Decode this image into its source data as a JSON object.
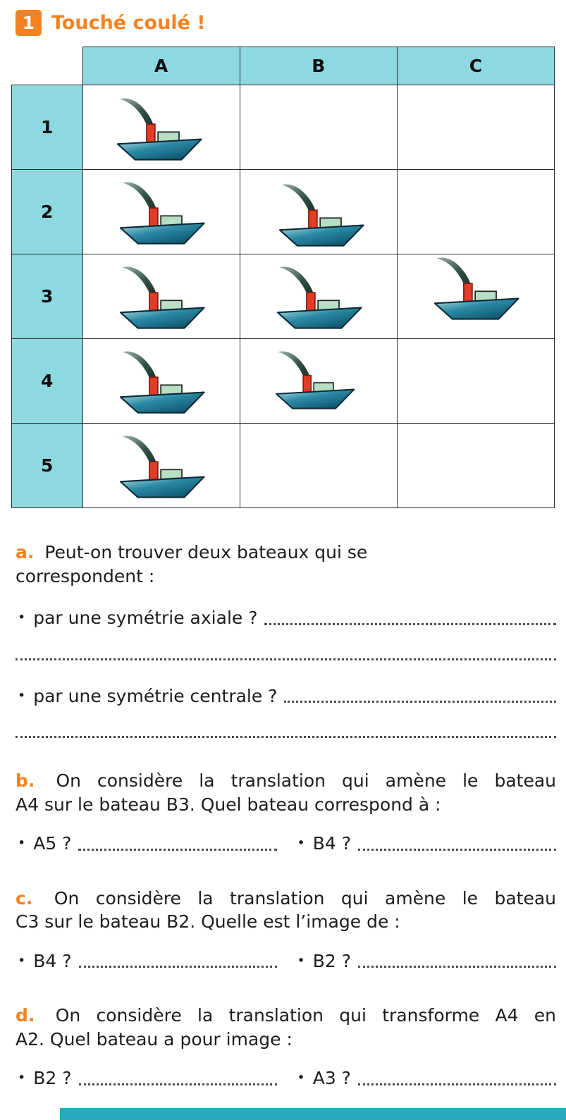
{
  "colors": {
    "accent": "#f58220",
    "cyan": "#8ed9e1",
    "bar": "#2aa9bc"
  },
  "ui": {
    "bullet": "•"
  },
  "header": {
    "number": "1",
    "title": "Touché coulé !"
  },
  "grid": {
    "columns": [
      "A",
      "B",
      "C"
    ],
    "rows": [
      "1",
      "2",
      "3",
      "4",
      "5"
    ],
    "boats": [
      "A1",
      "A2",
      "B2",
      "A3",
      "B3",
      "C3",
      "A4",
      "B4",
      "A5"
    ]
  },
  "questions": {
    "a": {
      "letter": "a.",
      "line1": "Peut-on trouver deux bateaux qui se",
      "line2": "correspondent :",
      "item1": "par une symétrie axiale ?",
      "item2": "par une symétrie centrale ?"
    },
    "b": {
      "letter": "b.",
      "line1": "On considère la translation qui amène le bateau",
      "line2": "A4 sur le bateau B3. Quel bateau correspond à :",
      "q1": "A5 ?",
      "q2": "B4 ?"
    },
    "c": {
      "letter": "c.",
      "line1": "On considère la translation qui amène le bateau",
      "line2": "C3 sur le bateau B2. Quelle est l’image de :",
      "q1": "B4 ?",
      "q2": "B2 ?"
    },
    "d": {
      "letter": "d.",
      "line1": "On considère la translation qui transforme A4 en",
      "line2": "A2. Quel bateau a pour image :",
      "q1": "B2 ?",
      "q2": "A3 ?"
    }
  }
}
